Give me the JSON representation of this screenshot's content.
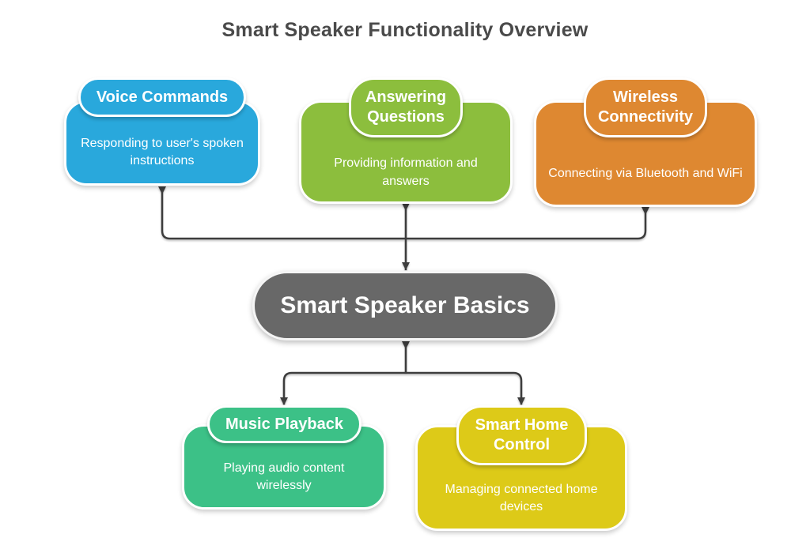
{
  "title": "Smart Speaker Functionality Overview",
  "root": {
    "label": "Smart Speaker Basics",
    "color": "#686868"
  },
  "nodes": {
    "voice_commands": {
      "label": "Voice Commands",
      "description": "Responding to user's spoken instructions",
      "color": "#29a8dc"
    },
    "answering_questions": {
      "label": "Answering Questions",
      "description": "Providing information and answers",
      "color": "#8cbe3d"
    },
    "wireless_connectivity": {
      "label": "Wireless Connectivity",
      "description": "Connecting via Bluetooth and WiFi",
      "color": "#de8831"
    },
    "music_playback": {
      "label": "Music Playback",
      "description": "Playing audio content wirelessly",
      "color": "#3cc187"
    },
    "smart_home_control": {
      "label": "Smart Home Control",
      "description": "Managing connected home devices",
      "color": "#ddca18"
    }
  },
  "connector_color": "#3d3d3d",
  "title_color": "#4a4a4a"
}
